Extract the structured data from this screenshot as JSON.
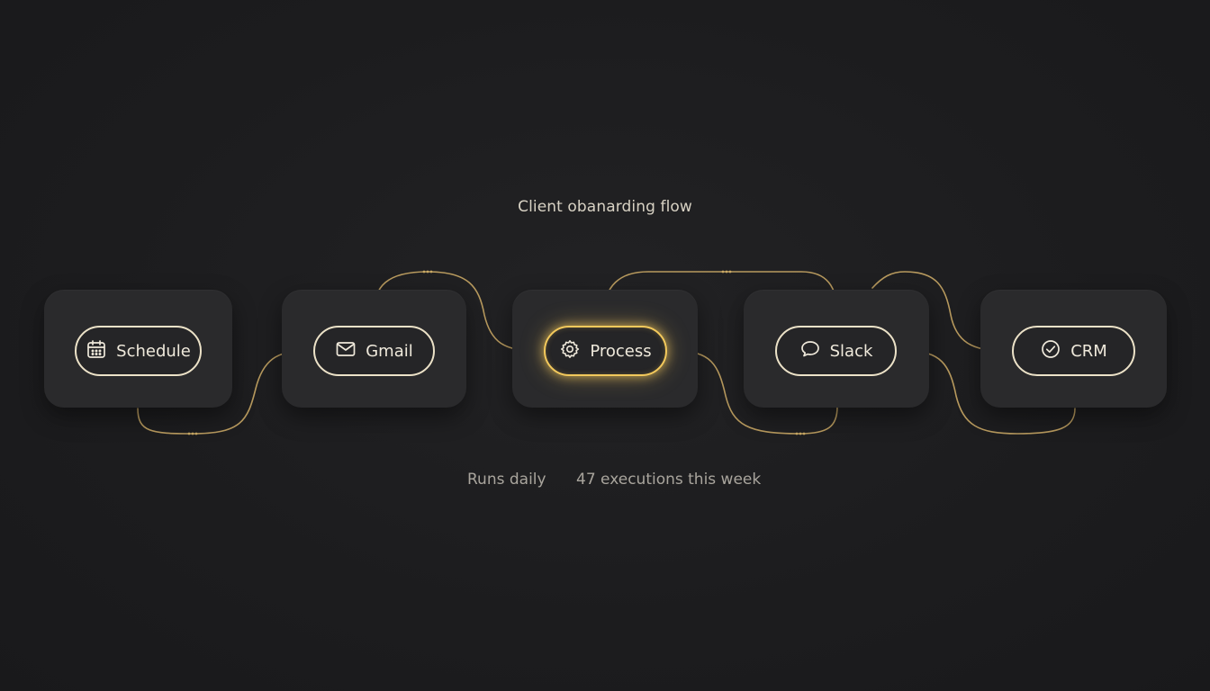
{
  "flow": {
    "title": "Client obanarding flow",
    "accent_color": "#f3c95c",
    "node_outline_color": "#ece2c8",
    "connector_color": "#b89a5e",
    "background_color": "#1c1c1e",
    "nodes": [
      {
        "label": "Schedule",
        "icon": "calendar-icon",
        "active": false
      },
      {
        "label": "Gmail",
        "icon": "mail-icon",
        "active": false
      },
      {
        "label": "Process",
        "icon": "gear-icon",
        "active": true
      },
      {
        "label": "Slack",
        "icon": "chat-bubble-icon",
        "active": false
      },
      {
        "label": "CRM",
        "icon": "check-circle-icon",
        "active": false
      }
    ]
  },
  "footer": {
    "schedule_text": "Runs daily",
    "executions_text": "47 executions this week"
  }
}
